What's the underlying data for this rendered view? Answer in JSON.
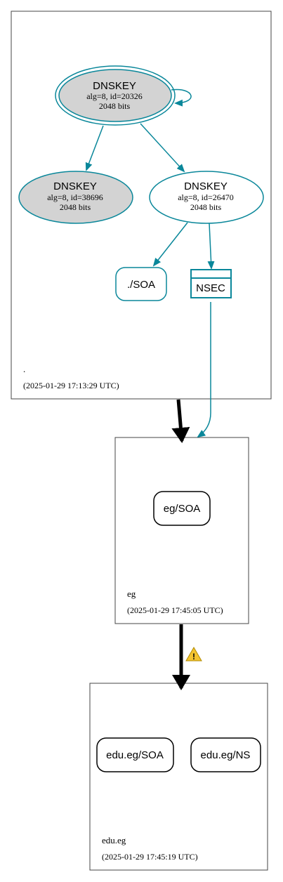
{
  "colors": {
    "teal": "#0a879a",
    "black": "#000000",
    "node_fill_gray": "#d3d3d3",
    "warning_fill": "#f4c430"
  },
  "zones": {
    "root": {
      "name": ".",
      "timestamp": "(2025-01-29 17:13:29 UTC)"
    },
    "eg": {
      "name": "eg",
      "timestamp": "(2025-01-29 17:45:05 UTC)"
    },
    "edu_eg": {
      "name": "edu.eg",
      "timestamp": "(2025-01-29 17:45:19 UTC)"
    }
  },
  "nodes": {
    "dnskey_ksk": {
      "title": "DNSKEY",
      "line1": "alg=8, id=20326",
      "line2": "2048 bits"
    },
    "dnskey_38696": {
      "title": "DNSKEY",
      "line1": "alg=8, id=38696",
      "line2": "2048 bits"
    },
    "dnskey_26470": {
      "title": "DNSKEY",
      "line1": "alg=8, id=26470",
      "line2": "2048 bits"
    },
    "root_soa": {
      "label": "./SOA"
    },
    "nsec": {
      "label": "NSEC"
    },
    "eg_soa": {
      "label": "eg/SOA"
    },
    "edu_eg_soa": {
      "label": "edu.eg/SOA"
    },
    "edu_eg_ns": {
      "label": "edu.eg/NS"
    }
  },
  "warning": {
    "icon": "warning-triangle-icon",
    "glyph": "!"
  }
}
